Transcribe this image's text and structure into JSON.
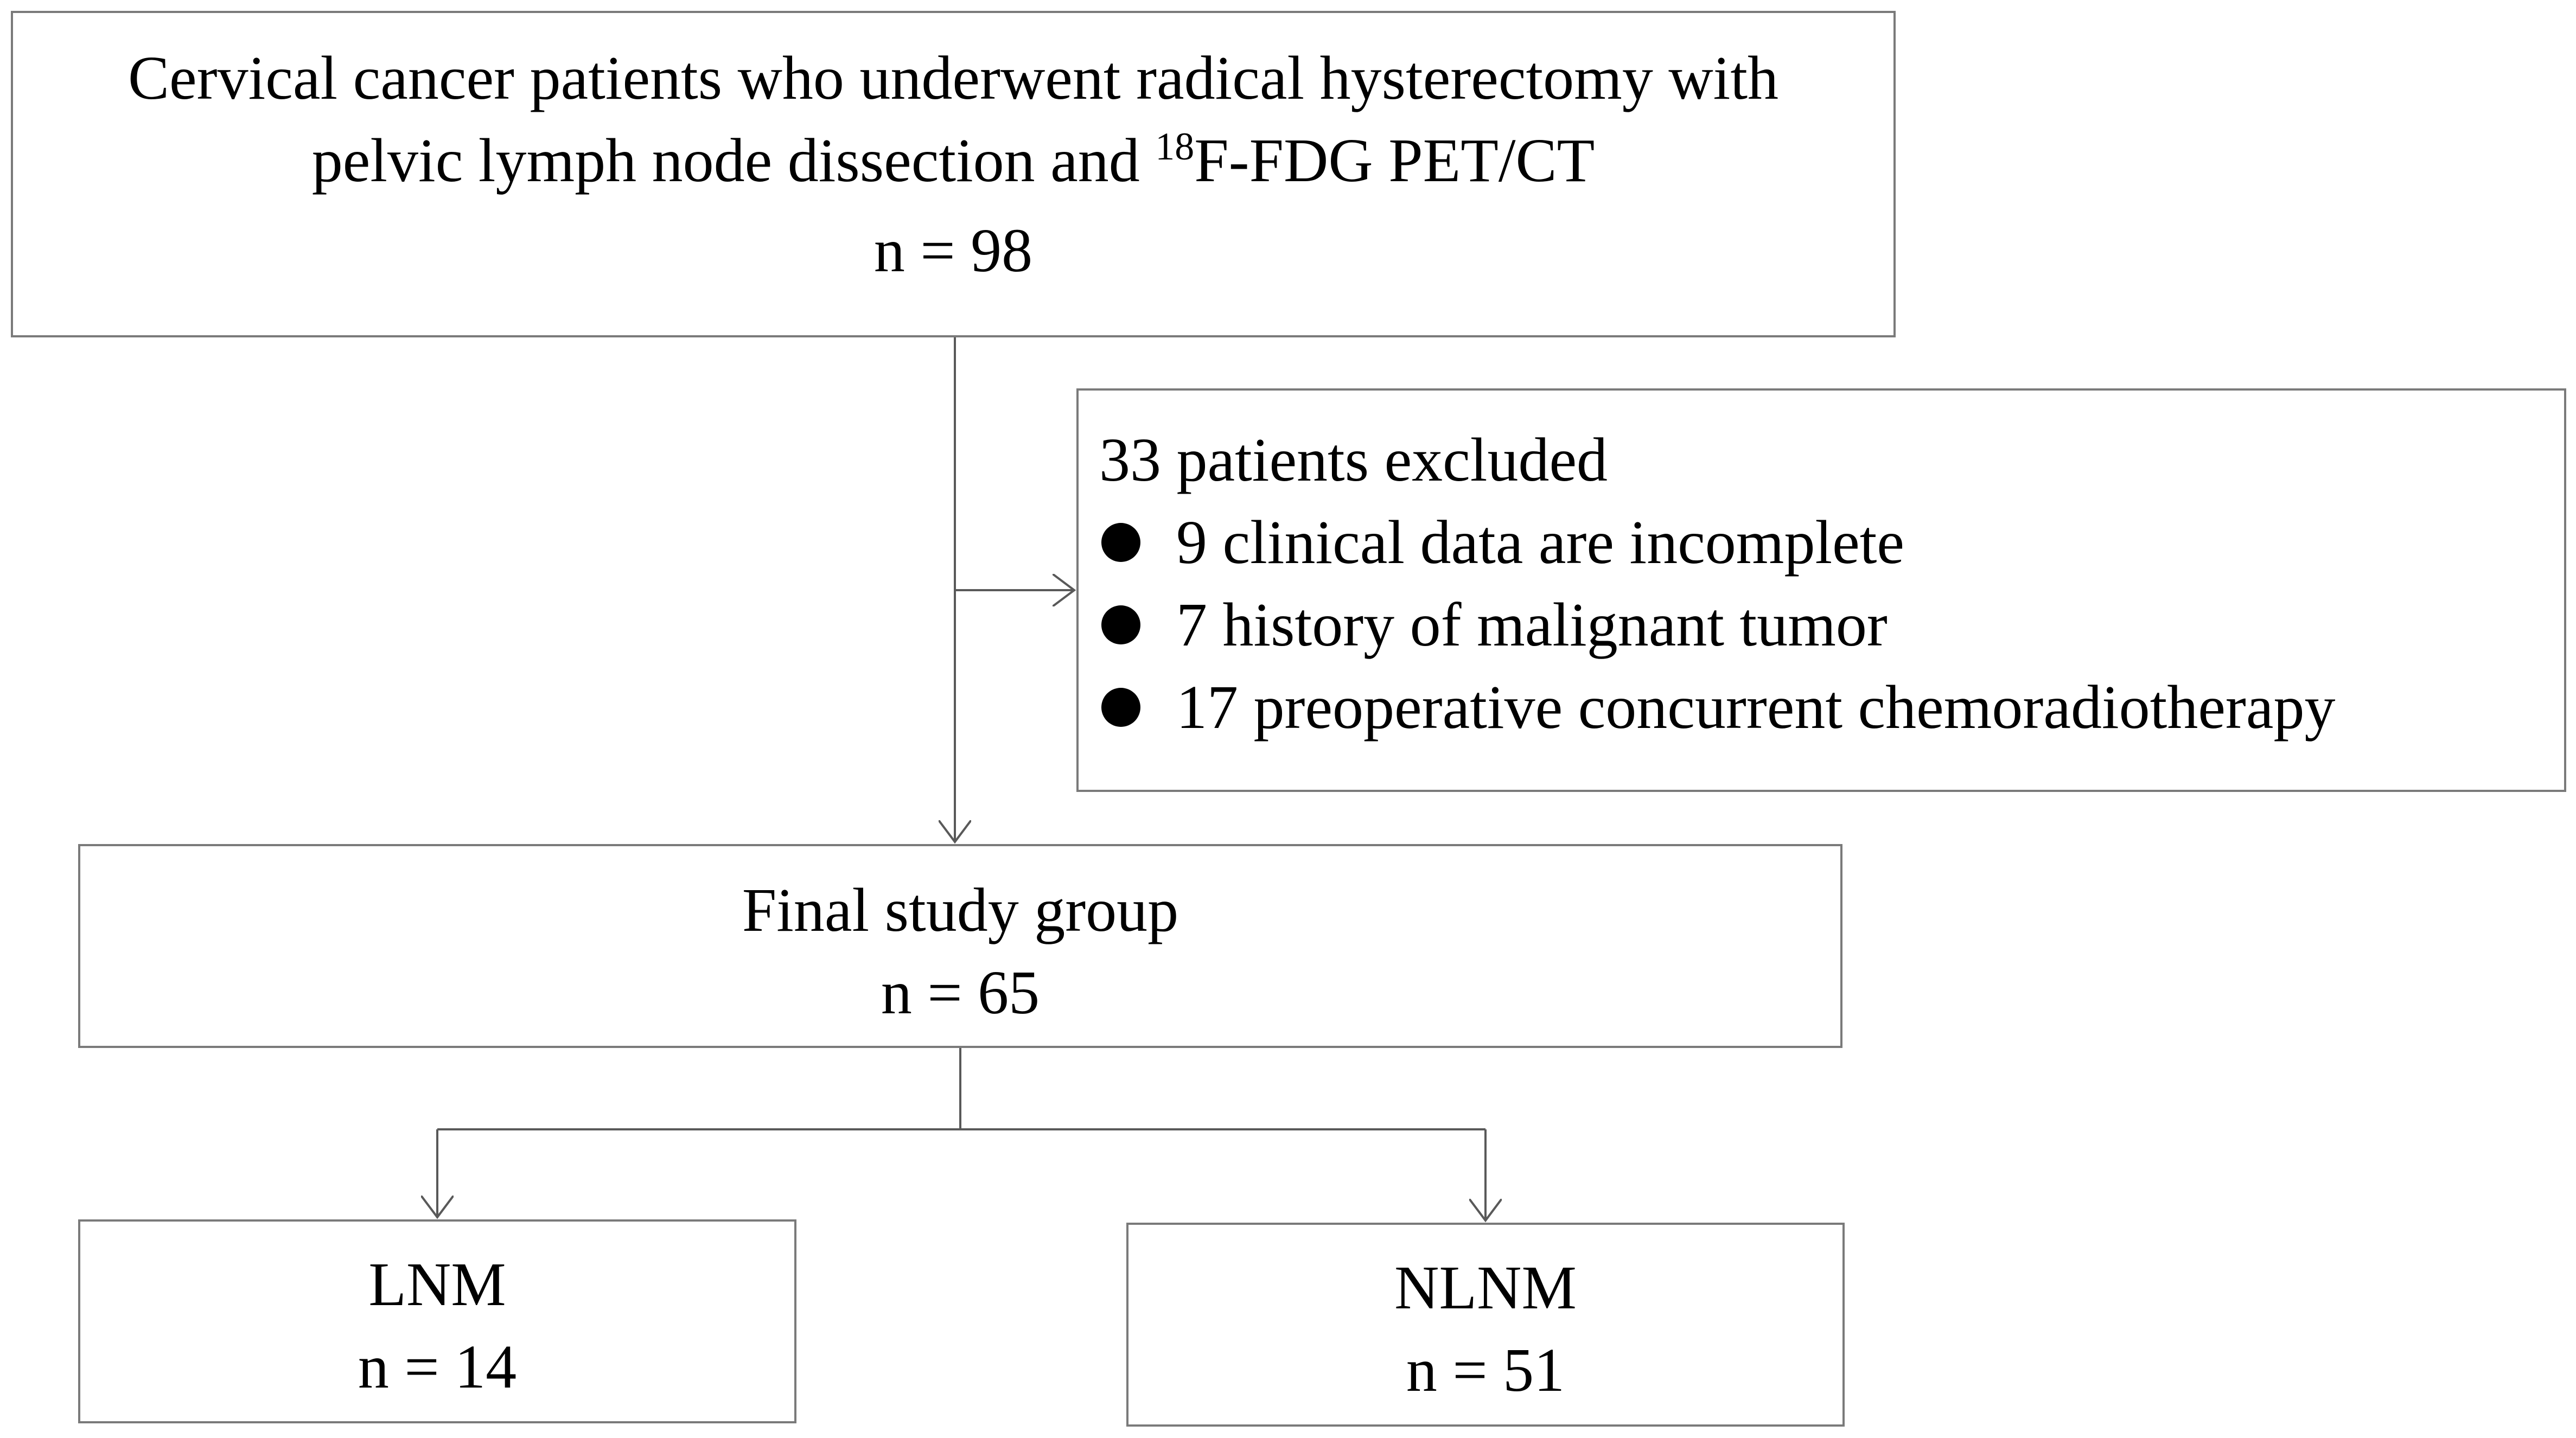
{
  "nodes": {
    "top": {
      "line1": "Cervical cancer patients who underwent radical hysterectomy with",
      "line2_prefix": "pelvic lymph node dissection and ",
      "line2_sup": "18",
      "line2_suffix": "F-FDG PET/CT",
      "count": "n = 98"
    },
    "excluded": {
      "title": "33 patients excluded",
      "items": [
        "9 clinical data are incomplete",
        "7 history of malignant tumor",
        "17 preoperative concurrent chemoradiotherapy"
      ]
    },
    "final": {
      "title": "Final study group",
      "count": "n = 65"
    },
    "lnm": {
      "title": "LNM",
      "count": "n = 14"
    },
    "nlnm": {
      "title": "NLNM",
      "count": "n = 51"
    }
  },
  "edges": [
    {
      "from": "top",
      "to": "final"
    },
    {
      "from": "top",
      "to": "excluded"
    },
    {
      "from": "final",
      "to": "lnm"
    },
    {
      "from": "final",
      "to": "nlnm"
    }
  ],
  "colors": {
    "border": "#7a7a7a",
    "line": "#595959",
    "text": "#000000"
  }
}
